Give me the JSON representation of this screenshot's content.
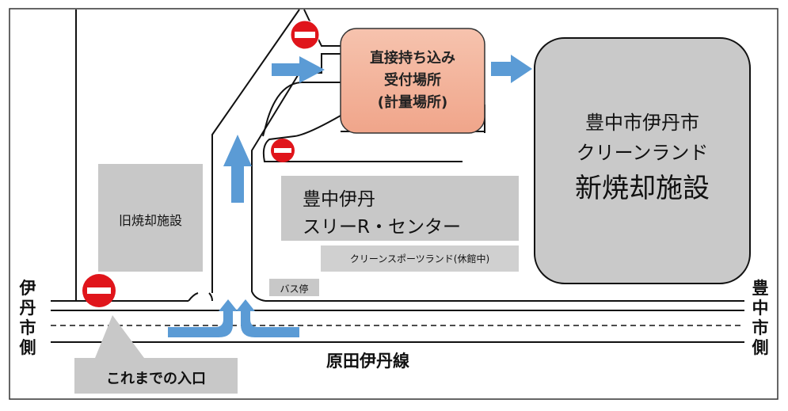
{
  "colors": {
    "frame": "#222222",
    "gray_box": "#c8c8c8",
    "gray_box_light": "#d0d0d0",
    "facility_fill": "#c9c9c9",
    "reception_fill": "#f0a58a",
    "reception_fill_top": "#f6c3ae",
    "arrow_blue": "#5b9bd5",
    "no_entry_red": "#e0151b"
  },
  "reception": {
    "line1": "直接持ち込み",
    "line2": "受付場所",
    "line3": "(計量場所)"
  },
  "new_facility": {
    "line1": "豊中市伊丹市",
    "line2": "クリーンランド",
    "line3": "新焼却施設"
  },
  "old_facility": {
    "label": "旧焼却施設"
  },
  "three_r_center": {
    "line1": "豊中伊丹",
    "line2": "スリーR・センター"
  },
  "sports_land": {
    "label": "クリーンスポーツランド(休館中)"
  },
  "bus_stop": {
    "label": "バス停"
  },
  "former_entrance": {
    "label": "これまでの入口"
  },
  "road_name": {
    "label": "原田伊丹線"
  },
  "left_side": {
    "chars": [
      "伊",
      "丹",
      "市",
      "側"
    ]
  },
  "right_side": {
    "chars": [
      "豊",
      "中",
      "市",
      "側"
    ]
  },
  "icons": [
    "no-entry-icon",
    "arrow-right-icon",
    "arrow-up-icon",
    "turn-arrow-icon"
  ]
}
